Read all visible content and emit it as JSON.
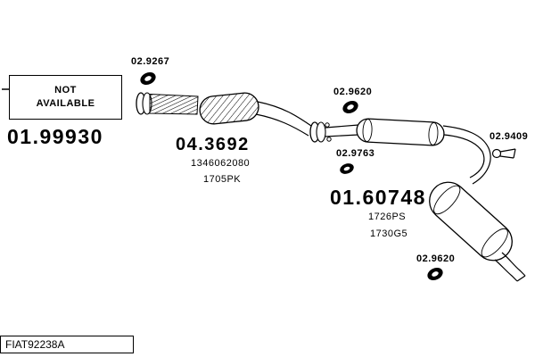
{
  "not_available_box": {
    "line1": "NOT",
    "line2": "AVAILABLE"
  },
  "codes": {
    "front_section": "01.99930",
    "clamp_front": "02.9267",
    "catalyst": "04.3692",
    "catalyst_ref1": "1346062080",
    "catalyst_ref2": "1705PK",
    "ring_mid": "02.9620",
    "gasket_mid": "02.9763",
    "rear_section": "01.60748",
    "rear_ref1": "1726PS",
    "rear_ref2": "1730G5",
    "hanger_right": "02.9409",
    "ring_rear": "02.9620"
  },
  "footer": {
    "drawing_code": "FIAT92238A"
  },
  "colors": {
    "ink": "#000000",
    "background": "#ffffff"
  }
}
